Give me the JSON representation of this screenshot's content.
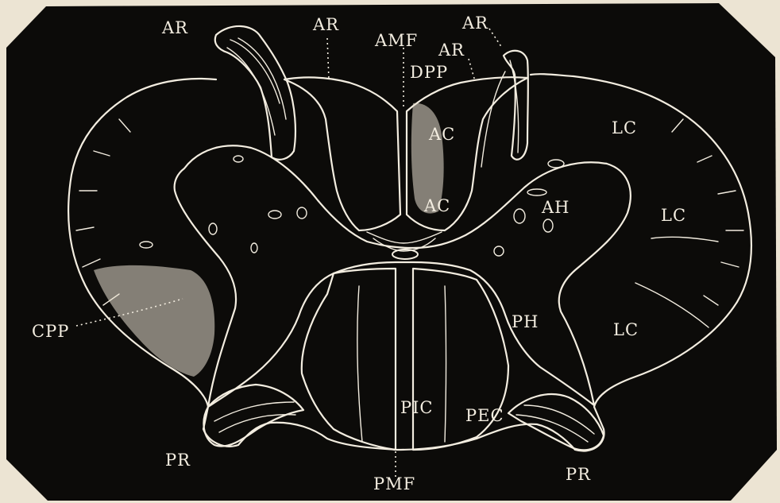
{
  "colors": {
    "paper": "#ece4d3",
    "plate": "#0c0b09",
    "ink": "#f3ede0"
  },
  "labels": {
    "ar_1": "AR",
    "ar_2": "AR",
    "ar_3": "AR",
    "ar_4": "AR",
    "amf": "AMF",
    "dpp": "DPP",
    "ac_upper": "AC",
    "ac_lower": "AC",
    "lc_1": "LC",
    "lc_2": "LC",
    "lc_3": "LC",
    "ah": "AH",
    "ph": "PH",
    "cpp": "CPP",
    "pic": "PIC",
    "pec": "PEC",
    "pmf": "PMF",
    "pr_left": "PR",
    "pr_right": "PR"
  }
}
